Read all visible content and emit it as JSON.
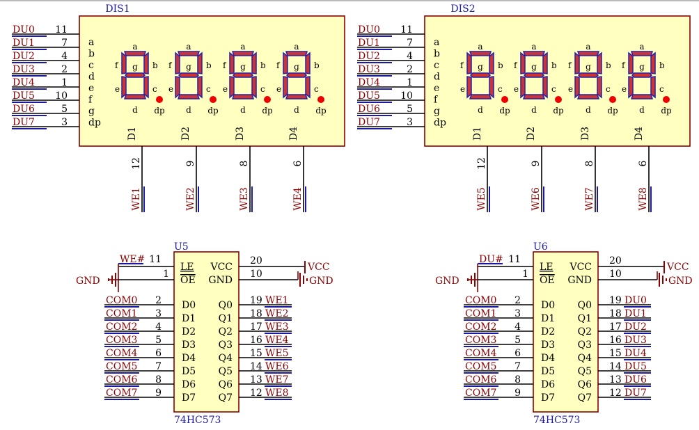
{
  "displays": [
    {
      "title": "DIS1",
      "seg_labels": [
        "a",
        "b",
        "c",
        "d",
        "e",
        "f",
        "g",
        "dp"
      ],
      "du_nets": [
        "DU0",
        "DU1",
        "DU2",
        "DU3",
        "DU4",
        "DU5",
        "DU6",
        "DU7"
      ],
      "du_pins": [
        "11",
        "7",
        "4",
        "2",
        "1",
        "10",
        "5",
        "3"
      ],
      "digits": [
        "D1",
        "D2",
        "D3",
        "D4"
      ],
      "com_pins": [
        "12",
        "9",
        "8",
        "6"
      ],
      "com_nets": [
        "WE1",
        "WE2",
        "WE3",
        "WE4"
      ],
      "digit_seg_labels": {
        "a": "a",
        "b": "b",
        "c": "c",
        "d": "d",
        "e": "e",
        "f": "f",
        "g": "g",
        "dp": "dp"
      }
    },
    {
      "title": "DIS2",
      "seg_labels": [
        "a",
        "b",
        "c",
        "d",
        "e",
        "f",
        "g",
        "dp"
      ],
      "du_nets": [
        "DU0",
        "DU1",
        "DU2",
        "DU3",
        "DU4",
        "DU5",
        "DU6",
        "DU7"
      ],
      "du_pins": [
        "11",
        "7",
        "4",
        "2",
        "1",
        "10",
        "5",
        "3"
      ],
      "digits": [
        "D1",
        "D2",
        "D3",
        "D4"
      ],
      "com_pins": [
        "12",
        "9",
        "8",
        "6"
      ],
      "com_nets": [
        "WE5",
        "WE6",
        "WE7",
        "WE8"
      ],
      "digit_seg_labels": {
        "a": "a",
        "b": "b",
        "c": "c",
        "d": "d",
        "e": "e",
        "f": "f",
        "g": "g",
        "dp": "dp"
      }
    }
  ],
  "chips": [
    {
      "ref": "U5",
      "part": "74HC573",
      "le_label": "LE",
      "oe_label": "OE",
      "vcc_label": "VCC",
      "gnd_label": "GND",
      "le_net": "WE#",
      "le_pin": "11",
      "oe_pin": "1",
      "vcc_pin": "20",
      "gnd_pin": "10",
      "left_gnd": "GND",
      "right_vcc": "VCC",
      "right_gnd": "GND",
      "d_labels": [
        "D0",
        "D1",
        "D2",
        "D3",
        "D4",
        "D5",
        "D6",
        "D7"
      ],
      "d_pins": [
        "2",
        "3",
        "4",
        "5",
        "6",
        "7",
        "8",
        "9"
      ],
      "d_nets": [
        "COM0",
        "COM1",
        "COM2",
        "COM3",
        "COM4",
        "COM5",
        "COM6",
        "COM7"
      ],
      "q_labels": [
        "Q0",
        "Q1",
        "Q2",
        "Q3",
        "Q4",
        "Q5",
        "Q6",
        "Q7"
      ],
      "q_pins": [
        "19",
        "18",
        "17",
        "16",
        "15",
        "14",
        "13",
        "12"
      ],
      "q_nets": [
        "WE1",
        "WE2",
        "WE3",
        "WE4",
        "WE5",
        "WE6",
        "WE7",
        "WE8"
      ]
    },
    {
      "ref": "U6",
      "part": "74HC573",
      "le_label": "LE",
      "oe_label": "OE",
      "vcc_label": "VCC",
      "gnd_label": "GND",
      "le_net": "DU#",
      "le_pin": "11",
      "oe_pin": "1",
      "vcc_pin": "20",
      "gnd_pin": "10",
      "left_gnd": "GND",
      "right_vcc": "VCC",
      "right_gnd": "GND",
      "d_labels": [
        "D0",
        "D1",
        "D2",
        "D3",
        "D4",
        "D5",
        "D6",
        "D7"
      ],
      "d_pins": [
        "2",
        "3",
        "4",
        "5",
        "6",
        "7",
        "8",
        "9"
      ],
      "d_nets": [
        "COM0",
        "COM1",
        "COM2",
        "COM3",
        "COM4",
        "COM5",
        "COM6",
        "COM7"
      ],
      "q_labels": [
        "Q0",
        "Q1",
        "Q2",
        "Q3",
        "Q4",
        "Q5",
        "Q6",
        "Q7"
      ],
      "q_pins": [
        "19",
        "18",
        "17",
        "16",
        "15",
        "14",
        "13",
        "12"
      ],
      "q_nets": [
        "DU0",
        "DU1",
        "DU2",
        "DU3",
        "DU4",
        "DU5",
        "DU6",
        "DU7"
      ]
    }
  ],
  "colors": {
    "body_fill": "#ffffc0",
    "body_stroke": "#8b0000",
    "segment_fill": "#cc3333",
    "segment_stroke": "#2222aa",
    "dp_fill": "#ee0000",
    "wire": "#000000",
    "net_text": "#8b0000",
    "bus_line": "#1a1aa6",
    "ref_text": "#1a1aa6"
  }
}
